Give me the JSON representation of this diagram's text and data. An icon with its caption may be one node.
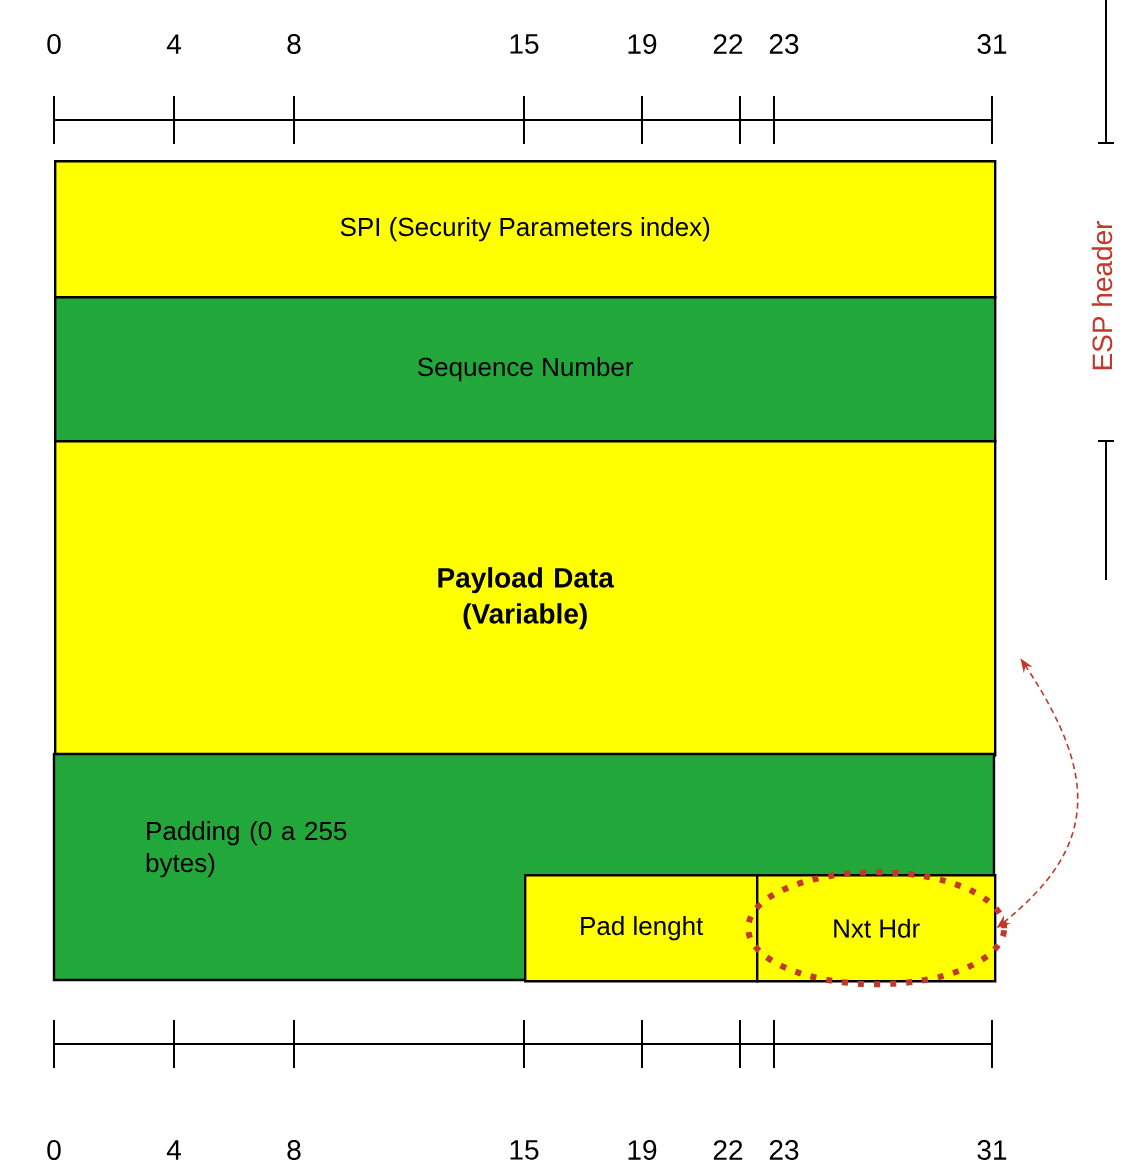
{
  "diagram": {
    "nodes": [
      {
        "text": [
          "SPI (Security Parameters index)"
        ]
      },
      {
        "text": [
          "Sequence Number"
        ]
      },
      {
        "text": [
          "Payload Data (Variable)"
        ]
      },
      {
        "text": [
          "Padding (0 a 255 bytes)"
        ]
      },
      {
        "text": [
          "Pad lenght"
        ],
        "in": 3
      },
      {
        "text": [
          "Nxt Hdr"
        ],
        "in": 3
      }
    ],
    "edges": [
      {
        "from": 5,
        "to": 2,
        "arrow": "both",
        "style": "dashed",
        "color": "#c0392b"
      }
    ],
    "labels": [
      "0",
      "4",
      "8",
      "15",
      "19",
      "22",
      "23",
      "31",
      "ESP header",
      "0",
      "4",
      "8",
      "15",
      "19",
      "22",
      "23",
      "31"
    ]
  }
}
